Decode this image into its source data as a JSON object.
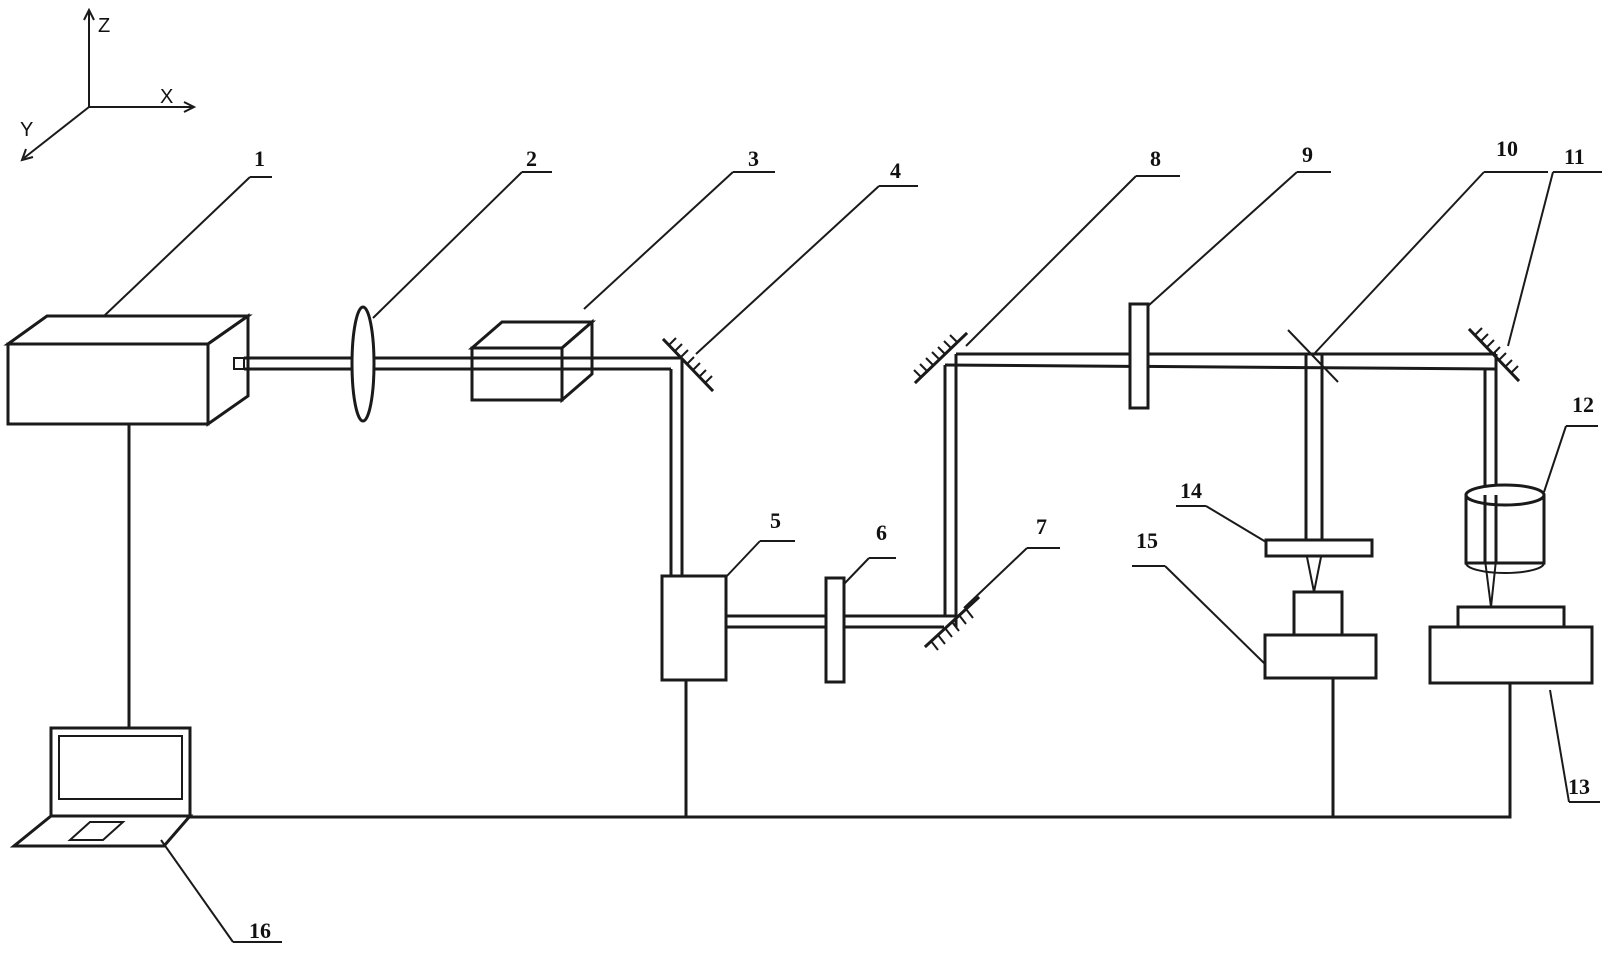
{
  "axes": {
    "z": "Z",
    "x": "X",
    "y": "Y"
  },
  "labels": {
    "n1": "1",
    "n2": "2",
    "n3": "3",
    "n4": "4",
    "n5": "5",
    "n6": "6",
    "n7": "7",
    "n8": "8",
    "n9": "9",
    "n10": "10",
    "n11": "11",
    "n12": "12",
    "n13": "13",
    "n14": "14",
    "n15": "15",
    "n16": "16"
  }
}
